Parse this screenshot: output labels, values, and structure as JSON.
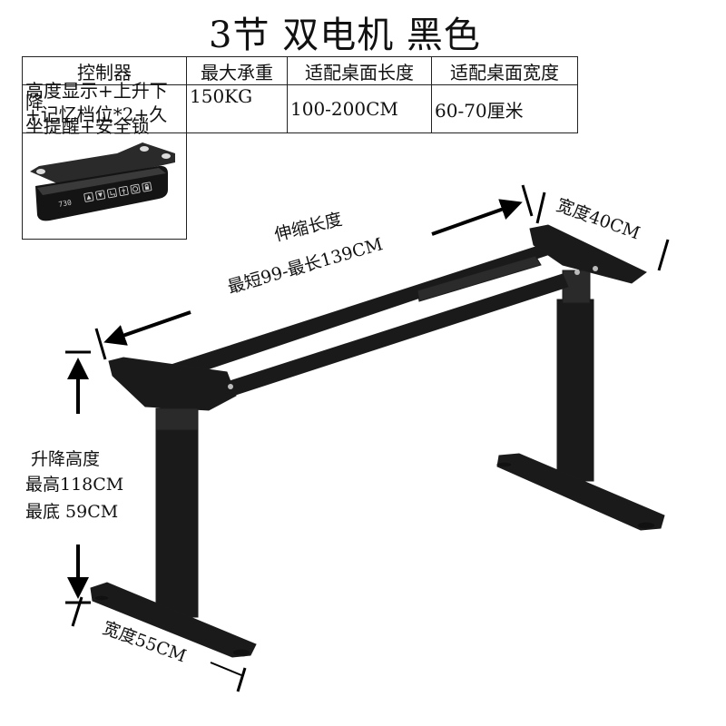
{
  "title": "3节 双电机 黑色",
  "spec_table": {
    "headers": [
      "控制器",
      "最大承重",
      "适配桌面长度",
      "适配桌面宽度"
    ],
    "controller_features": [
      "高度显示+上升下降",
      "+记忆档位*2+久坐提醒+安全锁"
    ],
    "max_load": "150KG",
    "desk_length": "100-200CM",
    "desk_width": "60-70厘米"
  },
  "controller_display": "730",
  "controller_icons": [
    "up-arrow-icon",
    "down-arrow-icon",
    "sit-person-icon",
    "stand-person-icon",
    "heart-clock-icon",
    "lock-icon"
  ],
  "annotations": {
    "telescopic_title": "伸缩长度",
    "telescopic_range": "最短99-最长139CM",
    "top_width": "宽度40CM",
    "lift_title": "升降高度",
    "lift_max": "最高118CM",
    "lift_min": "最底 59CM",
    "foot_width": "宽度55CM"
  },
  "colors": {
    "frame": "#1c1c1c",
    "text": "#111111",
    "background": "#ffffff"
  }
}
